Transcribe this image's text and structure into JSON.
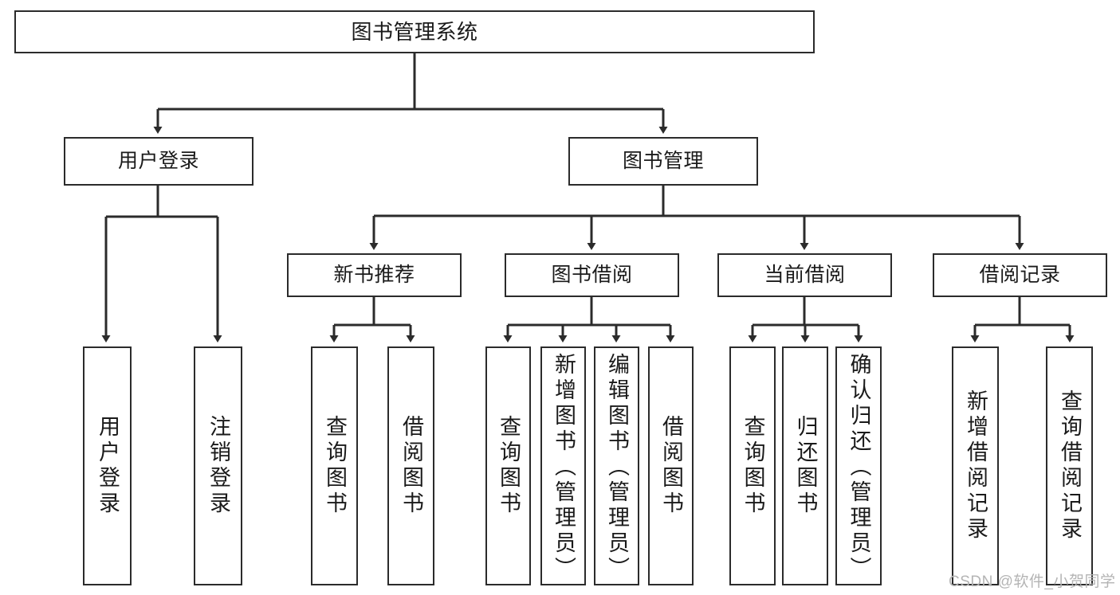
{
  "diagram": {
    "type": "tree-hierarchy",
    "title": "图书管理系统",
    "root": {
      "label": "图书管理系统"
    },
    "level2": [
      {
        "id": "user-login",
        "label": "用户登录"
      },
      {
        "id": "book-management",
        "label": "图书管理"
      }
    ],
    "level3": [
      {
        "id": "new-book-recommend",
        "label": "新书推荐",
        "parent": "book-management"
      },
      {
        "id": "book-borrow",
        "label": "图书借阅",
        "parent": "book-management"
      },
      {
        "id": "current-borrow",
        "label": "当前借阅",
        "parent": "book-management"
      },
      {
        "id": "borrow-record",
        "label": "借阅记录",
        "parent": "book-management"
      }
    ],
    "leaves": [
      {
        "id": "leaf-user-login",
        "label": "用户登录",
        "parent": "user-login"
      },
      {
        "id": "leaf-logout-login",
        "label": "注销登录",
        "parent": "user-login"
      },
      {
        "id": "leaf-query-book-1",
        "label": "查询图书",
        "parent": "new-book-recommend"
      },
      {
        "id": "leaf-borrow-book-1",
        "label": "借阅图书",
        "parent": "new-book-recommend"
      },
      {
        "id": "leaf-query-book-2",
        "label": "查询图书",
        "parent": "book-borrow"
      },
      {
        "id": "leaf-add-book",
        "label": "新增图书（管理员）",
        "parent": "book-borrow"
      },
      {
        "id": "leaf-edit-book",
        "label": "编辑图书（管理员）",
        "parent": "book-borrow"
      },
      {
        "id": "leaf-borrow-book-2",
        "label": "借阅图书",
        "parent": "book-borrow"
      },
      {
        "id": "leaf-query-book-3",
        "label": "查询图书",
        "parent": "current-borrow"
      },
      {
        "id": "leaf-return-book",
        "label": "归还图书",
        "parent": "current-borrow"
      },
      {
        "id": "leaf-confirm-return",
        "label": "确认归还（管理员）",
        "parent": "current-borrow"
      },
      {
        "id": "leaf-add-borrow-record",
        "label": "新增借阅记录",
        "parent": "borrow-record"
      },
      {
        "id": "leaf-query-borrow-record",
        "label": "查询借阅记录",
        "parent": "borrow-record"
      }
    ]
  },
  "watermark": {
    "text": "CSDN @软件_小贺同学"
  },
  "colors": {
    "stroke": "#2b2b2b",
    "box_fill": "#ffffff",
    "text": "#1a1a1a",
    "watermark": "#b4b4b4",
    "background": "#ffffff"
  }
}
